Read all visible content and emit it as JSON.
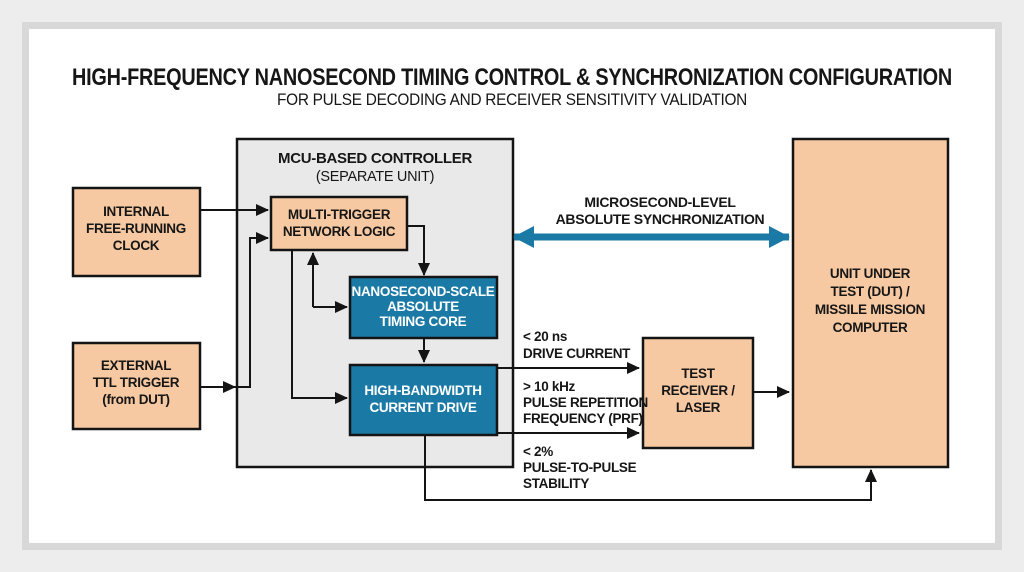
{
  "figure": {
    "title": "HIGH-FREQUENCY NANOSECOND TIMING CONTROL & SYNCHRONIZATION CONFIGURATION",
    "subtitle": "FOR PULSE DECODING AND RECEIVER SENSITIVITY VALIDATION"
  },
  "colors": {
    "peach": "#f7c9a2",
    "teal": "#1a7aa5",
    "panel_gray": "#e9e9e9",
    "line": "#141414",
    "white_text": "#ffffff"
  },
  "panel": {
    "title": "MCU-BASED CONTROLLER",
    "subtitle": "(SEPARATE UNIT)"
  },
  "nodes": {
    "internal_clock": {
      "lines": [
        "INTERNAL",
        "FREE-RUNNING",
        "CLOCK"
      ]
    },
    "external_trigger": {
      "lines": [
        "EXTERNAL",
        "TTL TRIGGER",
        "(from DUT)"
      ]
    },
    "multi_trigger": {
      "lines": [
        "MULTI-TRIGGER",
        "NETWORK LOGIC"
      ]
    },
    "timing_core": {
      "lines": [
        "NANOSECOND-SCALE",
        "ABSOLUTE",
        "TIMING CORE"
      ]
    },
    "current_drive": {
      "lines": [
        "HIGH-BANDWIDTH",
        "CURRENT DRIVE"
      ]
    },
    "test_receiver": {
      "lines": [
        "TEST",
        "RECEIVER /",
        "LASER"
      ]
    },
    "dut": {
      "lines": [
        "UNIT UNDER",
        "TEST (DUT) /",
        "MISSILE MISSION",
        "COMPUTER"
      ]
    }
  },
  "annotations": {
    "sync": {
      "lines": [
        "MICROSECOND-LEVEL",
        "ABSOLUTE SYNCHRONIZATION"
      ]
    },
    "drive_current": {
      "lines": [
        "< 20 ns",
        "DRIVE CURRENT"
      ]
    },
    "prf": {
      "lines": [
        "> 10 kHz",
        "PULSE REPETITION",
        "FREQUENCY (PRF)"
      ]
    },
    "stability": {
      "lines": [
        "< 2%",
        "PULSE-TO-PULSE",
        "STABILITY"
      ]
    }
  }
}
